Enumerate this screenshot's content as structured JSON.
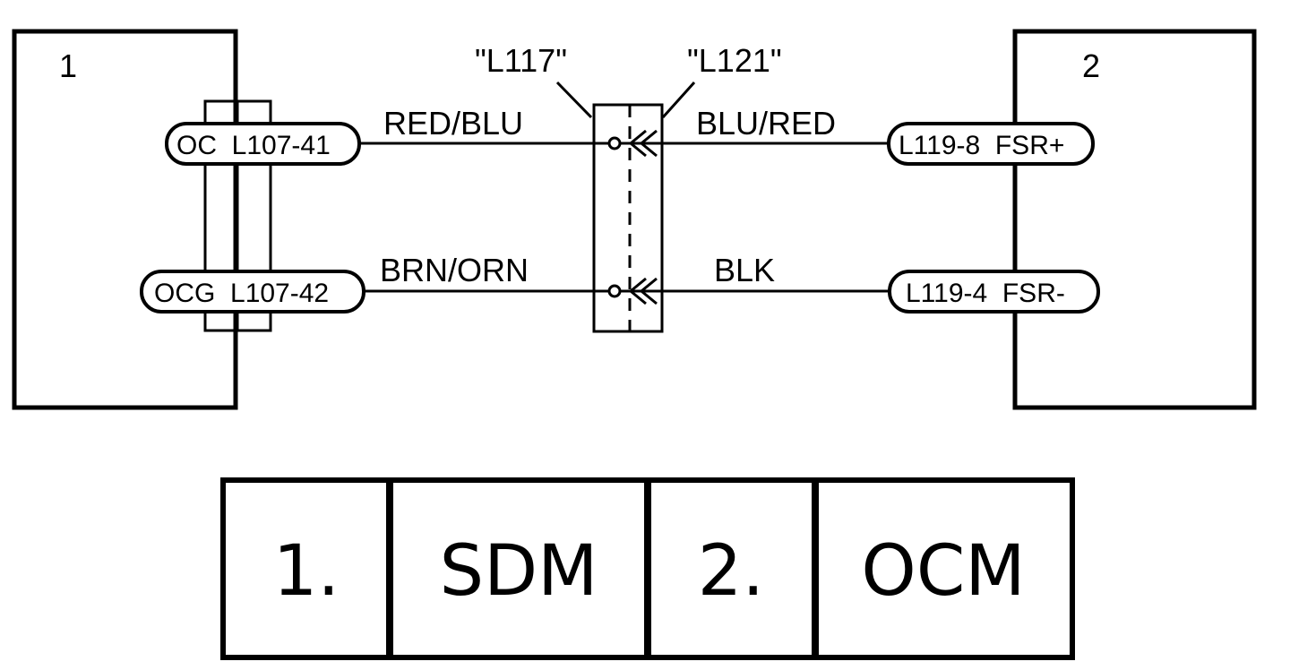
{
  "modules": {
    "left": {
      "number": "1"
    },
    "right": {
      "number": "2"
    }
  },
  "connectors": {
    "left_label": "\"L117\"",
    "right_label": "\"L121\""
  },
  "pins": {
    "left_top": "OC  L107-41",
    "left_bottom": "OCG  L107-42",
    "right_top": "L119-8  FSR+",
    "right_bottom": "L119-4  FSR-"
  },
  "wires": {
    "top_left": "RED/BLU",
    "top_right": "BLU/RED",
    "bottom_left": "BRN/ORN",
    "bottom_right": "BLK"
  },
  "legend": {
    "n1": "1.",
    "name1": "SDM",
    "n2": "2.",
    "name2": "OCM"
  }
}
